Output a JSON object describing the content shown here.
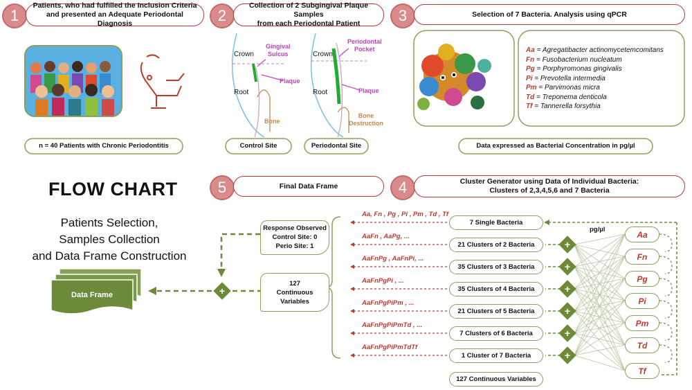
{
  "steps": {
    "s1": {
      "num": "1",
      "title_l1": "Patients, who had fulfilled the Inclusion Criteria",
      "title_l2": "and presented an Adequate Periodontal Diagnosis",
      "caption": "n = 40 Patients with Chronic Periodontitis"
    },
    "s2": {
      "num": "2",
      "title_l1": "Collection of 2 Subgingival Plaque Samples",
      "title_l2": "from each Periodontal Patient",
      "control_caption": "Control  Site",
      "perio_caption": "Periodontal  Site",
      "crown": "Crown",
      "root": "Root",
      "gingival_l1": "Gingival",
      "gingival_l2": "Sulcus",
      "plaque": "Plaque",
      "bone": "Bone",
      "pocket_l1": "Periodontal",
      "pocket_l2": "Pocket",
      "bone_destr_l1": "Bone",
      "bone_destr_l2": "Destruction"
    },
    "s3": {
      "num": "3",
      "title": "Selection of 7 Bacteria. Analysis using qPCR",
      "caption": "Data expressed as Bacterial Concentration in pg/µl"
    },
    "s4": {
      "num": "4",
      "title_l1": "Cluster Generator using Data of Individual Bacteria:",
      "title_l2": "Clusters of 2,3,4,5,6 and 7 Bacteria"
    },
    "s5": {
      "num": "5",
      "title": "Final Data Frame"
    }
  },
  "bacteria": [
    {
      "abbr": "Aa",
      "name": "Agregatibacter actinomycetemcomitans"
    },
    {
      "abbr": "Fn",
      "name": "Fusobacterium nucleatum"
    },
    {
      "abbr": "Pg",
      "name": "Porphyromonas gingivalis"
    },
    {
      "abbr": "Pi",
      "name": "Prevotella intermedia"
    },
    {
      "abbr": "Pm",
      "name": "Parvimonas micra"
    },
    {
      "abbr": "Td",
      "name": "Treponema denticola"
    },
    {
      "abbr": "Tf",
      "name": "Tannerella forsythia"
    }
  ],
  "flow": {
    "title": "FLOW CHART",
    "sub_l1": "Patients Selection,",
    "sub_l2": "Samples Collection",
    "sub_l3": "and  Data Frame  Construction"
  },
  "clusters": [
    {
      "label": "7 Single Bacteria",
      "combos": "Aa, Fn , Pg , Pi , Pm , Td , Tf"
    },
    {
      "label": "21 Clusters of 2 Bacteria",
      "combos": "AaFn ,  AaPg, ..."
    },
    {
      "label": "35 Clusters of 3 Bacteria",
      "combos": "AaFnPg ,  AaFnPi, ..."
    },
    {
      "label": "35 Clusters of 4 Bacteria",
      "combos": "AaFnPgPi , ..."
    },
    {
      "label": "21 Clusters of 5 Bacteria",
      "combos": "AaFnPgPiPm , ..."
    },
    {
      "label": "7 Clusters of 6 Bacteria",
      "combos": "AaFnPgPiPmTd , ..."
    },
    {
      "label": "1 Cluster of 7 Bacteria",
      "combos": "AaFnPgPiPmTdTf"
    }
  ],
  "unit": "pg/µl",
  "total": "127 Continuous Variables",
  "response": {
    "l1": "Response Observed",
    "l2": "Control Site: 0",
    "l3": "Perio Site: 1"
  },
  "variables": {
    "l1": "127",
    "l2": "Continuous",
    "l3": "Variables"
  },
  "data_frame": "Data Frame",
  "colors": {
    "accent_red": "#b53a3a",
    "circle": "#d98a8a",
    "green": "#6d8a3a",
    "green_line": "#8aa05a",
    "label_red": "#c0392b"
  }
}
